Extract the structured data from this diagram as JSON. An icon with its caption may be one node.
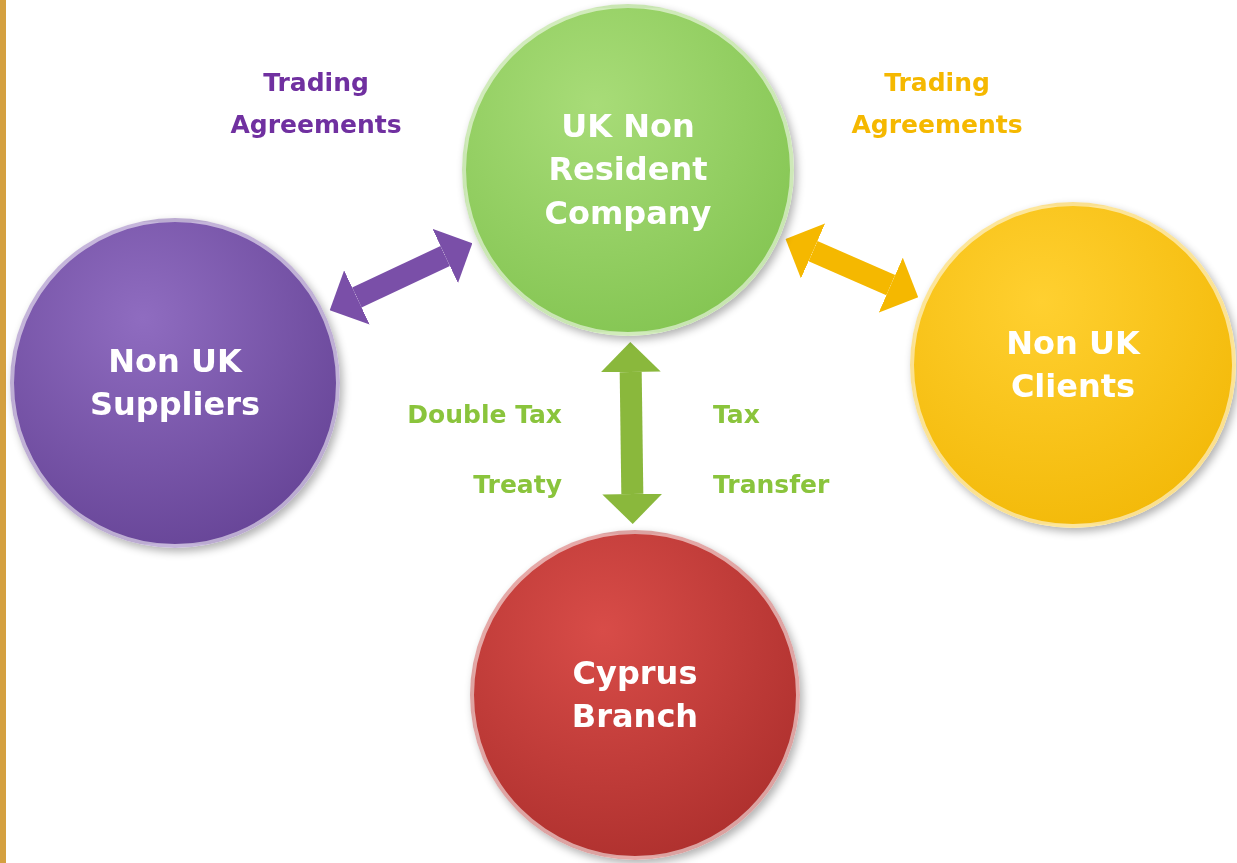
{
  "diagram": {
    "nodes": [
      {
        "text": [
          "UK Non Resident Company"
        ]
      },
      {
        "text": [
          "Non UK Suppliers"
        ]
      },
      {
        "text": [
          "Non UK Clients"
        ]
      },
      {
        "text": [
          "Cyprus Branch"
        ]
      }
    ],
    "edges": [
      {
        "from": 1,
        "to": 0,
        "arrow": "both",
        "color": "#7a4fa8"
      },
      {
        "from": 0,
        "to": 2,
        "arrow": "both",
        "color": "#f5b800"
      },
      {
        "from": 0,
        "to": 3,
        "arrow": "both",
        "color": "#8ab83c"
      }
    ],
    "labels": [
      "Trading Agreements",
      "Trading Agreements",
      "Double Tax Treaty",
      "Tax Transfer"
    ]
  }
}
